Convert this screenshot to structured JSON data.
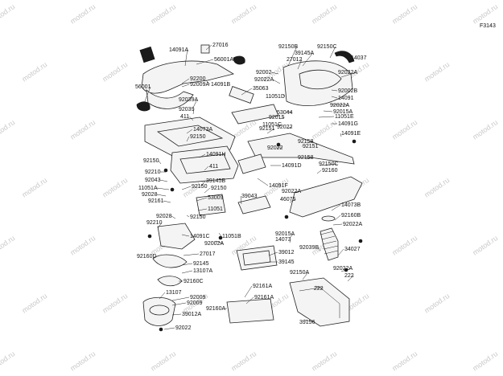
{
  "diagram": {
    "code": "F3143",
    "watermark": "motod.ru",
    "labels": [
      "14091A",
      "27016",
      "56001A",
      "92200",
      "92009A",
      "14091B",
      "56001",
      "92039A",
      "92039",
      "411",
      "14073A",
      "92150",
      "14091H",
      "411",
      "92150",
      "92210",
      "92043",
      "11051A",
      "39145B",
      "92028",
      "92161",
      "92150",
      "92150",
      "53009",
      "39043",
      "11051",
      "92028",
      "92210",
      "92150",
      "14091C",
      "11051B",
      "92002A",
      "27017",
      "92145",
      "13107A",
      "92160D",
      "92160C",
      "13107",
      "92009",
      "92009",
      "39012A",
      "92022",
      "92160A",
      "92161A",
      "92161A",
      "39012",
      "39145",
      "14091F",
      "92150B",
      "39145A",
      "27012",
      "92150C",
      "92002",
      "92022A",
      "35063",
      "11051D",
      "53044",
      "92015",
      "92151",
      "11051C",
      "92022",
      "92022",
      "92158",
      "92151",
      "92158",
      "14091D",
      "14037",
      "92022A",
      "92002B",
      "14091",
      "92022A",
      "92015A",
      "11051E",
      "14091G",
      "14091E",
      "92160",
      "92150C",
      "92022A",
      "46075",
      "14073B",
      "92160B",
      "92022A",
      "92015A",
      "14073",
      "92039B",
      "34027",
      "92022A",
      "92150A",
      "222",
      "222",
      "39156"
    ]
  }
}
